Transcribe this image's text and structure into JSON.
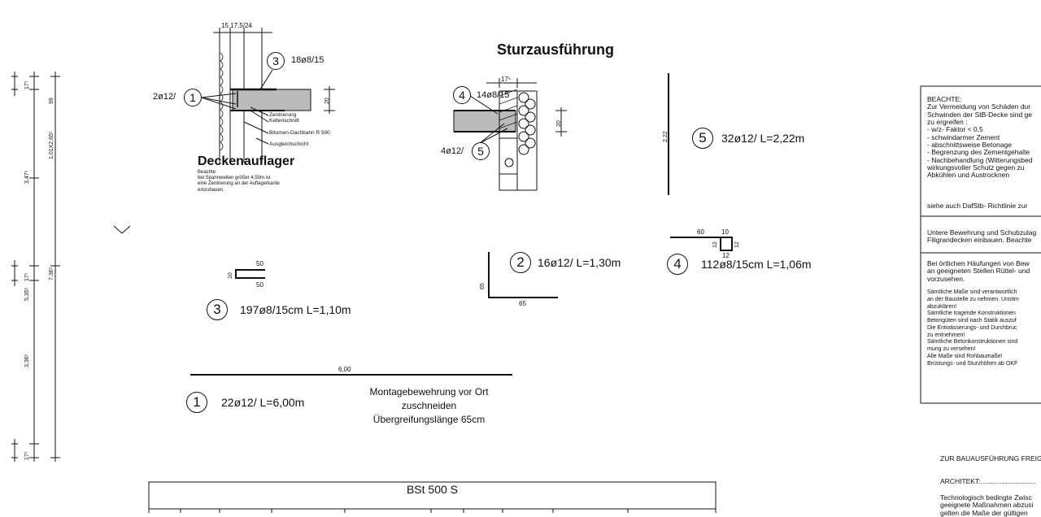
{
  "titles": {
    "sturz": "Sturzausführung",
    "decke": "Deckenauflager"
  },
  "decke_note": [
    "Beachte:",
    "bei Spannweiten größer 4,50m ist",
    "eine Zentrierung an der Auflagerkante",
    "einzubauen."
  ],
  "decke_labels": {
    "top_dims": "15 17,5/24",
    "bar3": "18ø8/15",
    "bar1": "2ø12/",
    "dim20": "20",
    "zentrierung": "Zentrierung",
    "kellen": "Kellenschnitt",
    "bitumen": "Bitumen-Dachbahn R 500",
    "ausgleich": "Ausgleichschicht"
  },
  "sturz_labels": {
    "top_dim": "17⁵",
    "bar4": "14ø8/15",
    "bar5": "4ø12/",
    "dim20": "20"
  },
  "bars": {
    "b5_dim": "2,22",
    "b5_text": "32ø12/ L=2,22m",
    "b4_dims": [
      "60",
      "10",
      "12",
      "12",
      "12"
    ],
    "b4_text": "112ø8/15cm L=1,06m",
    "b3_dims": [
      "50",
      "10",
      "50"
    ],
    "b3_text": "197ø8/15cm L=1,10m",
    "b2_dims": [
      "65",
      "65"
    ],
    "b2_text": "16ø12/ L=1,30m",
    "b1_dim": "6,00",
    "b1_text": "22ø12/ L=6,00m",
    "montage": [
      "Montagebewehrung vor Ort zuschneiden",
      "Übergreifungslänge 65cm"
    ]
  },
  "circles": [
    "1",
    "2",
    "3",
    "4",
    "5"
  ],
  "left_dims": [
    "17⁵",
    "99",
    "1,01X2,65⁵",
    "3,47⁵",
    "17⁵",
    "7,36⁵",
    "5,35⁵",
    "3,36⁵",
    "17⁵"
  ],
  "right_notes": {
    "beachte": [
      "BEACHTE:",
      "Zur Vermeidung von Schäden dur",
      "Schwinden der StB-Decke sind ge",
      "zu ergreifen :",
      "- w/z- Faktor < 0,5",
      "- schwindarmer Zement",
      "- abschnittsweise Betonage",
      "- Begrenzung des Zementgehalte",
      "- Nachbehandlung (Witterungsbed",
      "  wirkungsvoller Schutz gegen zu",
      "  Abkühlen und Austrocknen"
    ],
    "siehe": "siehe auch DafStb- Richtlinie zur",
    "untere": [
      "Untere Bewehrung und Schubzulag",
      "Filigrandecken einbauen. Beachte"
    ],
    "haeuf": [
      "Bei örtlichen Häufungen von Bew",
      "an geeigneten Stellen Rüttel- und",
      "vorzusehen."
    ],
    "conditions": [
      "Sämtliche Maße sind verantwortlich",
      "an der Baustelle zu nehmen. Unstim",
      "abzuklären!",
      "Sämtliche tragende Konstruktionen",
      "Betongüten sind nach Statik auszuf",
      "Die Entwässerungs- und Durchbruc",
      "zu entnehmen!",
      "Sämtliche Betonkonstruktionen sind",
      "mung zu versehen!",
      "Alle Maße sind Rohbaumaße!",
      "Brüstungs- und Sturzhöhen ab OKF"
    ],
    "freig": "ZUR BAUAUSFÜHRUNG FREIG",
    "architekt": "ARCHITEKT:.............................",
    "techno": [
      "Technologisch bedingte Zwisc",
      "geeignete Maßnahmen abzusi",
      "gelten die Maße der gültigen"
    ]
  },
  "table": {
    "title": "BSt 500 S"
  }
}
